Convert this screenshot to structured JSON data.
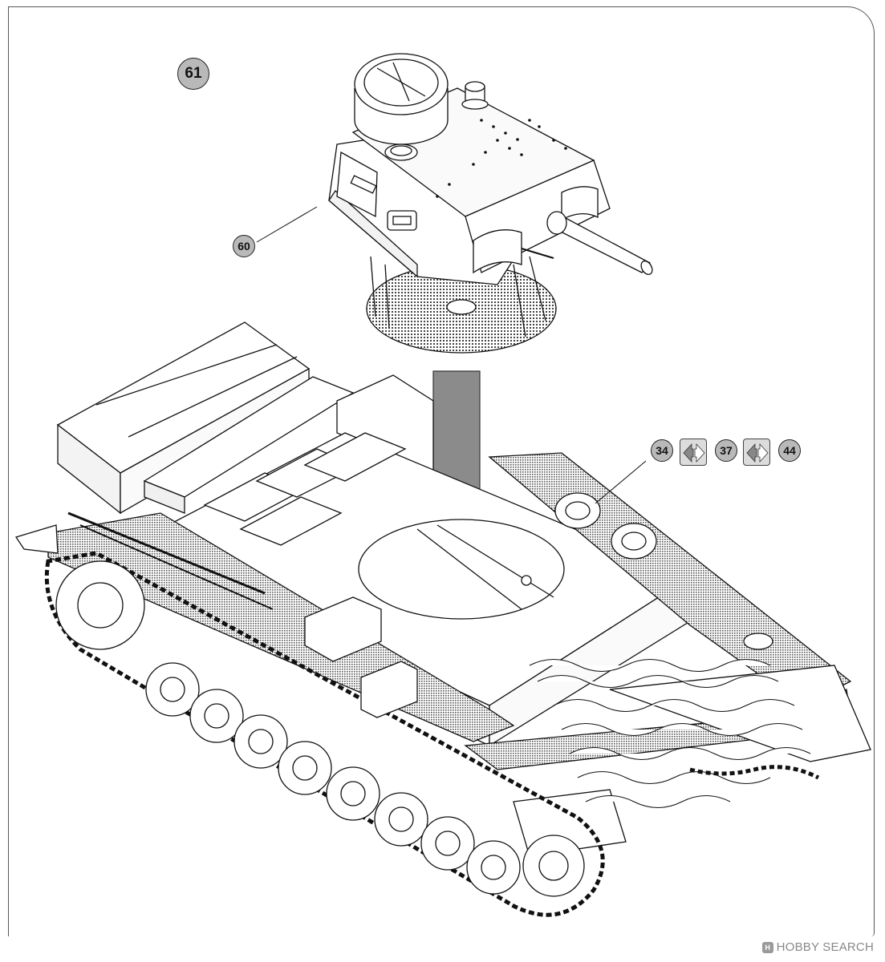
{
  "step": {
    "number": "61"
  },
  "parts": {
    "turret": "60",
    "sequence": [
      "34",
      "37",
      "44"
    ]
  },
  "icons": {
    "flip": "flip-arrows-icon",
    "arrow": "down-arrow-icon"
  },
  "watermark": {
    "text": "HOBBY SEARCH"
  }
}
